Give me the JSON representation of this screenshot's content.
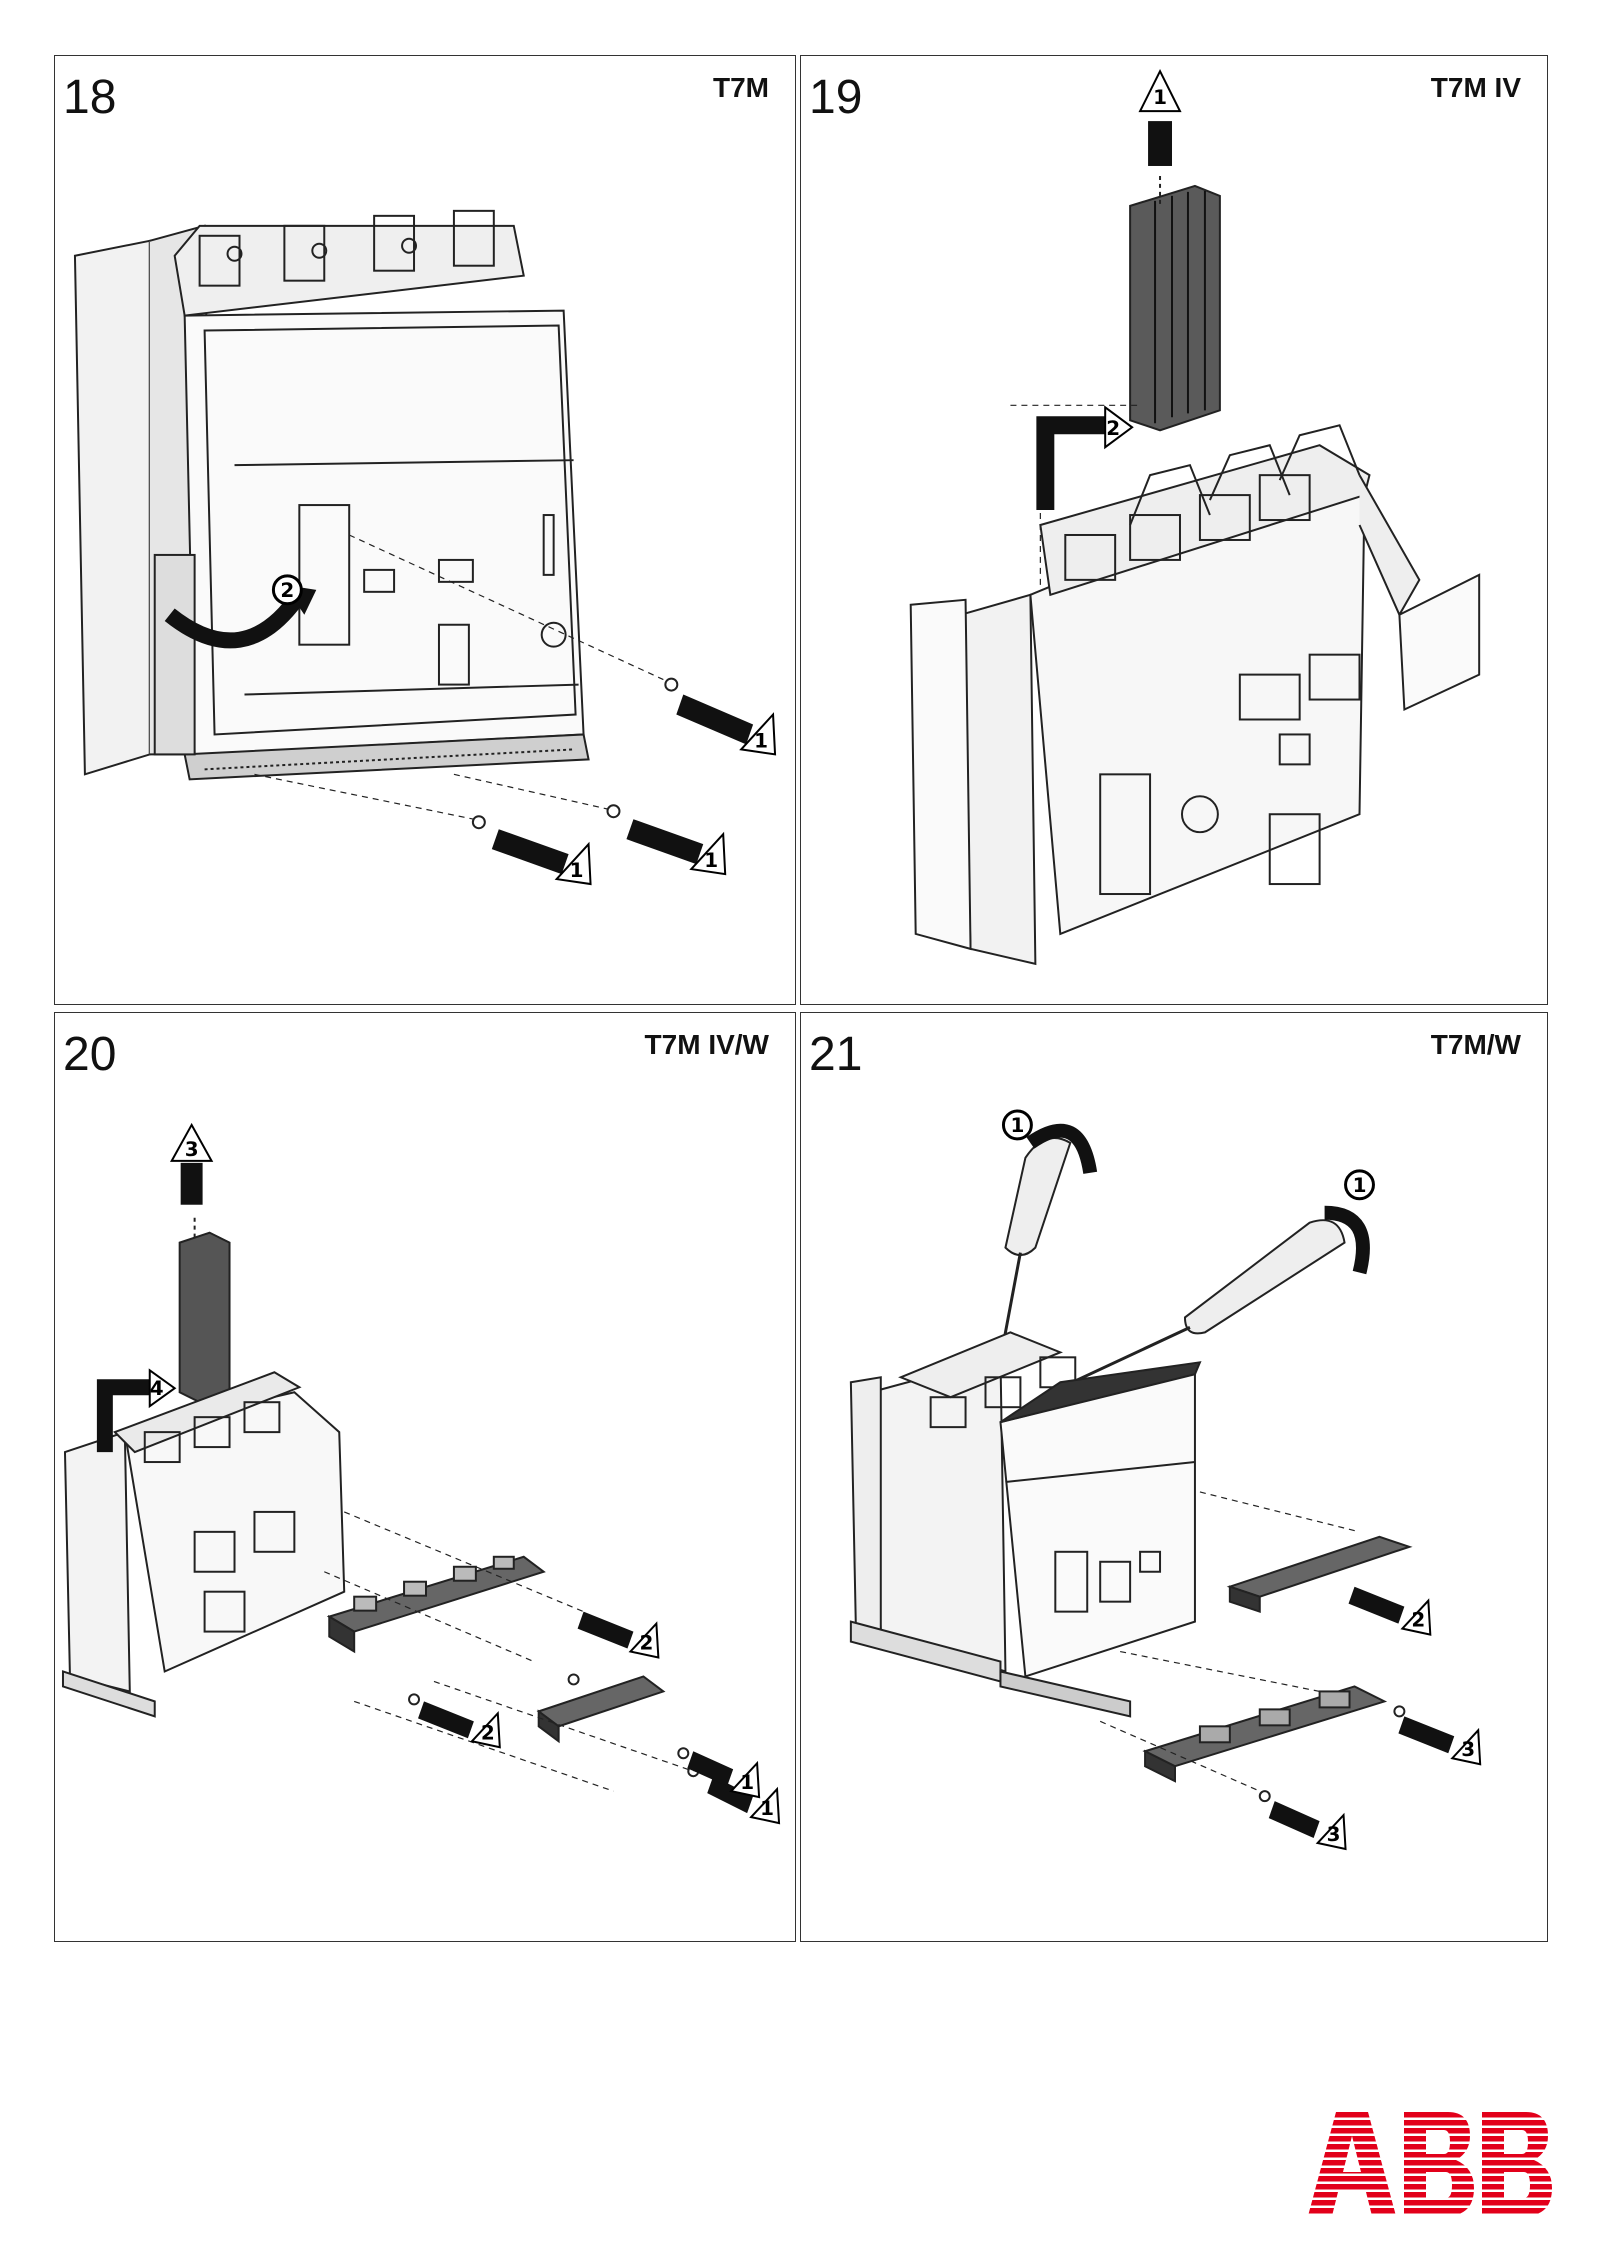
{
  "panels": [
    {
      "step": "18",
      "model": "T7M"
    },
    {
      "step": "19",
      "model": "T7M IV"
    },
    {
      "step": "20",
      "model": "T7M IV/W"
    },
    {
      "step": "21",
      "model": "T7M/W"
    }
  ],
  "badges": {
    "p18": [
      "2",
      "1",
      "1",
      "1"
    ],
    "p19": [
      "1",
      "2"
    ],
    "p20": [
      "3",
      "4",
      "2",
      "2",
      "1",
      "1"
    ],
    "p21": [
      "1",
      "1",
      "2",
      "3",
      "3"
    ]
  },
  "logo": {
    "text": "ABB",
    "color": "#e2001a"
  }
}
